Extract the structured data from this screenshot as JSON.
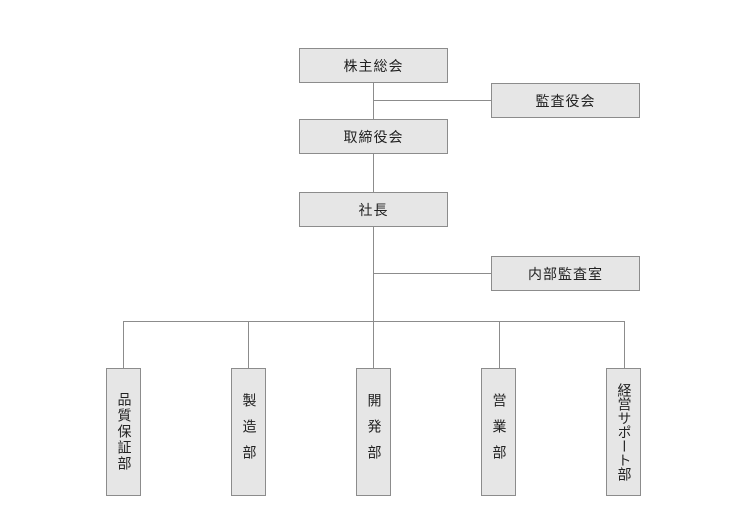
{
  "nodes": {
    "shareholders": "株主総会",
    "auditors": "監査役会",
    "board": "取締役会",
    "president": "社長",
    "internal_audit": "内部監査室"
  },
  "departments": {
    "quality": "品質保証部",
    "manufacturing": "製造部",
    "development": "開発部",
    "sales": "営業部",
    "management_support": "経営サポート部"
  }
}
